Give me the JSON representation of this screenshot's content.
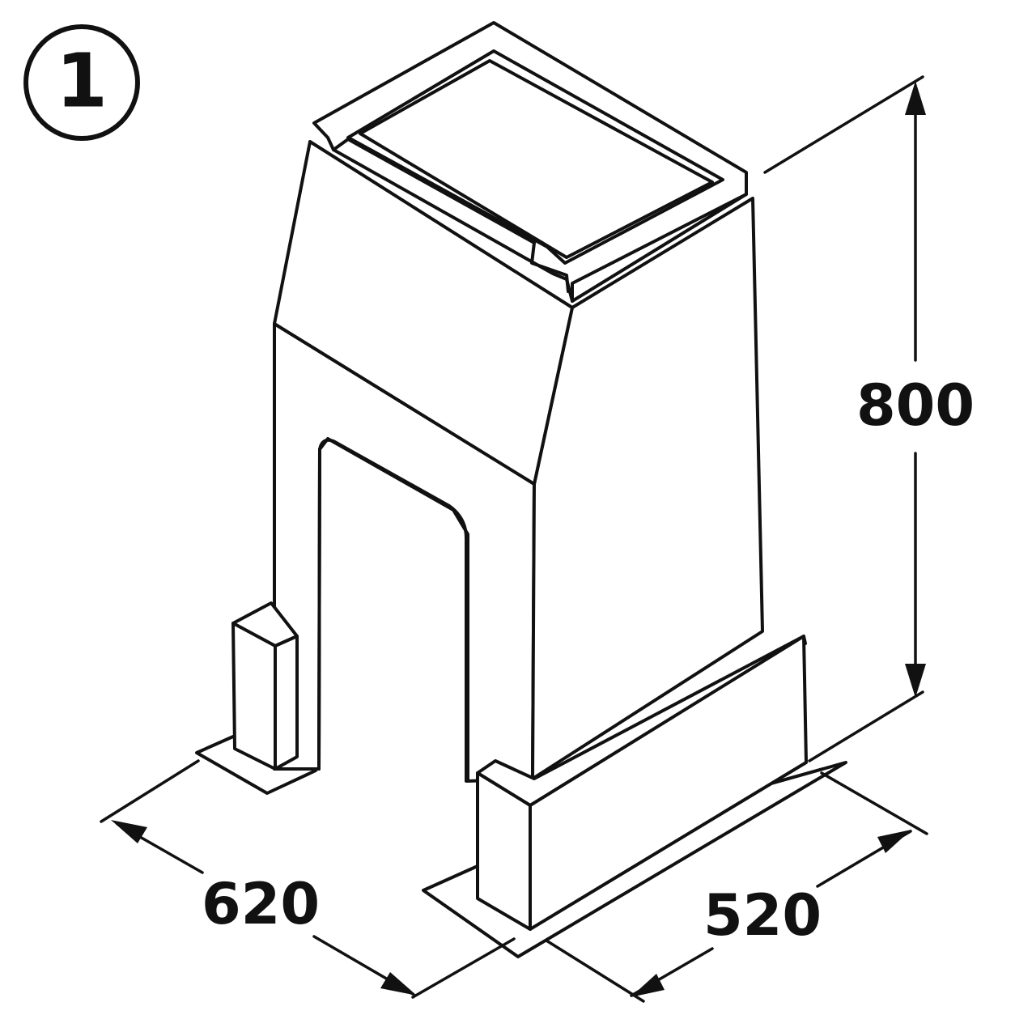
{
  "step_number": "1",
  "dimensions": {
    "height": "800",
    "depth": "620",
    "width": "520"
  },
  "colors": {
    "ink": "#111111",
    "paper": "#ffffff"
  }
}
